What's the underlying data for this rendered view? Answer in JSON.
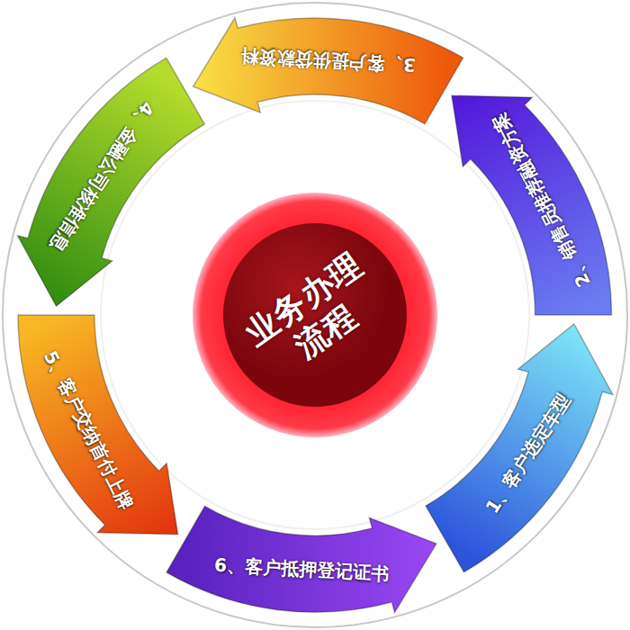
{
  "diagram": {
    "nodes": [
      {
        "text": [
          "1、客户选定车型"
        ]
      },
      {
        "text": [
          "2、销售员推荐融资方案"
        ]
      },
      {
        "text": [
          "3、客户提供贷款资料"
        ]
      },
      {
        "text": [
          "4、金融公司核准信息"
        ]
      },
      {
        "text": [
          "5、客户交纳首付上牌"
        ]
      },
      {
        "text": [
          "6、客户抵押登记证书"
        ]
      },
      {
        "text": [
          "业务办理流程"
        ]
      }
    ]
  }
}
